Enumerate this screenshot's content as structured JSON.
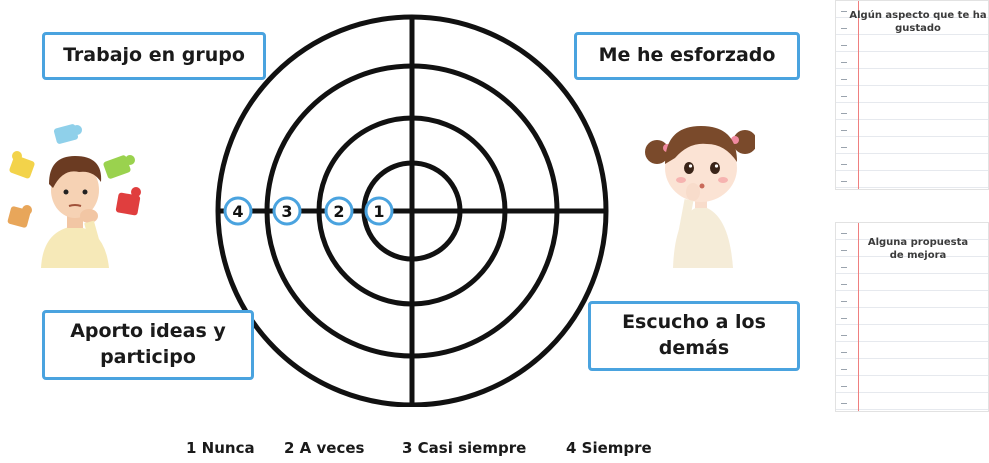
{
  "labels": {
    "top_left": "Trabajo en grupo",
    "top_right": "Me he esforzado",
    "bottom_left": "Aporto ideas y\nparticipo",
    "bottom_right": "Escucho a los\ndemás"
  },
  "scale_markers": [
    "4",
    "3",
    "2",
    "1"
  ],
  "legend": {
    "item_1": "1 Nunca",
    "item_2": "2 A veces",
    "item_3": "3 Casi siempre",
    "item_4": "4 Siempre"
  },
  "notes": {
    "liked": "Algún aspecto que te ha gustado",
    "proposal": "Alguna propuesta de mejora"
  },
  "colors": {
    "accent_blue": "#4aa3df",
    "ring": "#111111"
  },
  "icons": {
    "boy": "thinking-boy-illustration",
    "girl": "thinking-girl-illustration"
  }
}
